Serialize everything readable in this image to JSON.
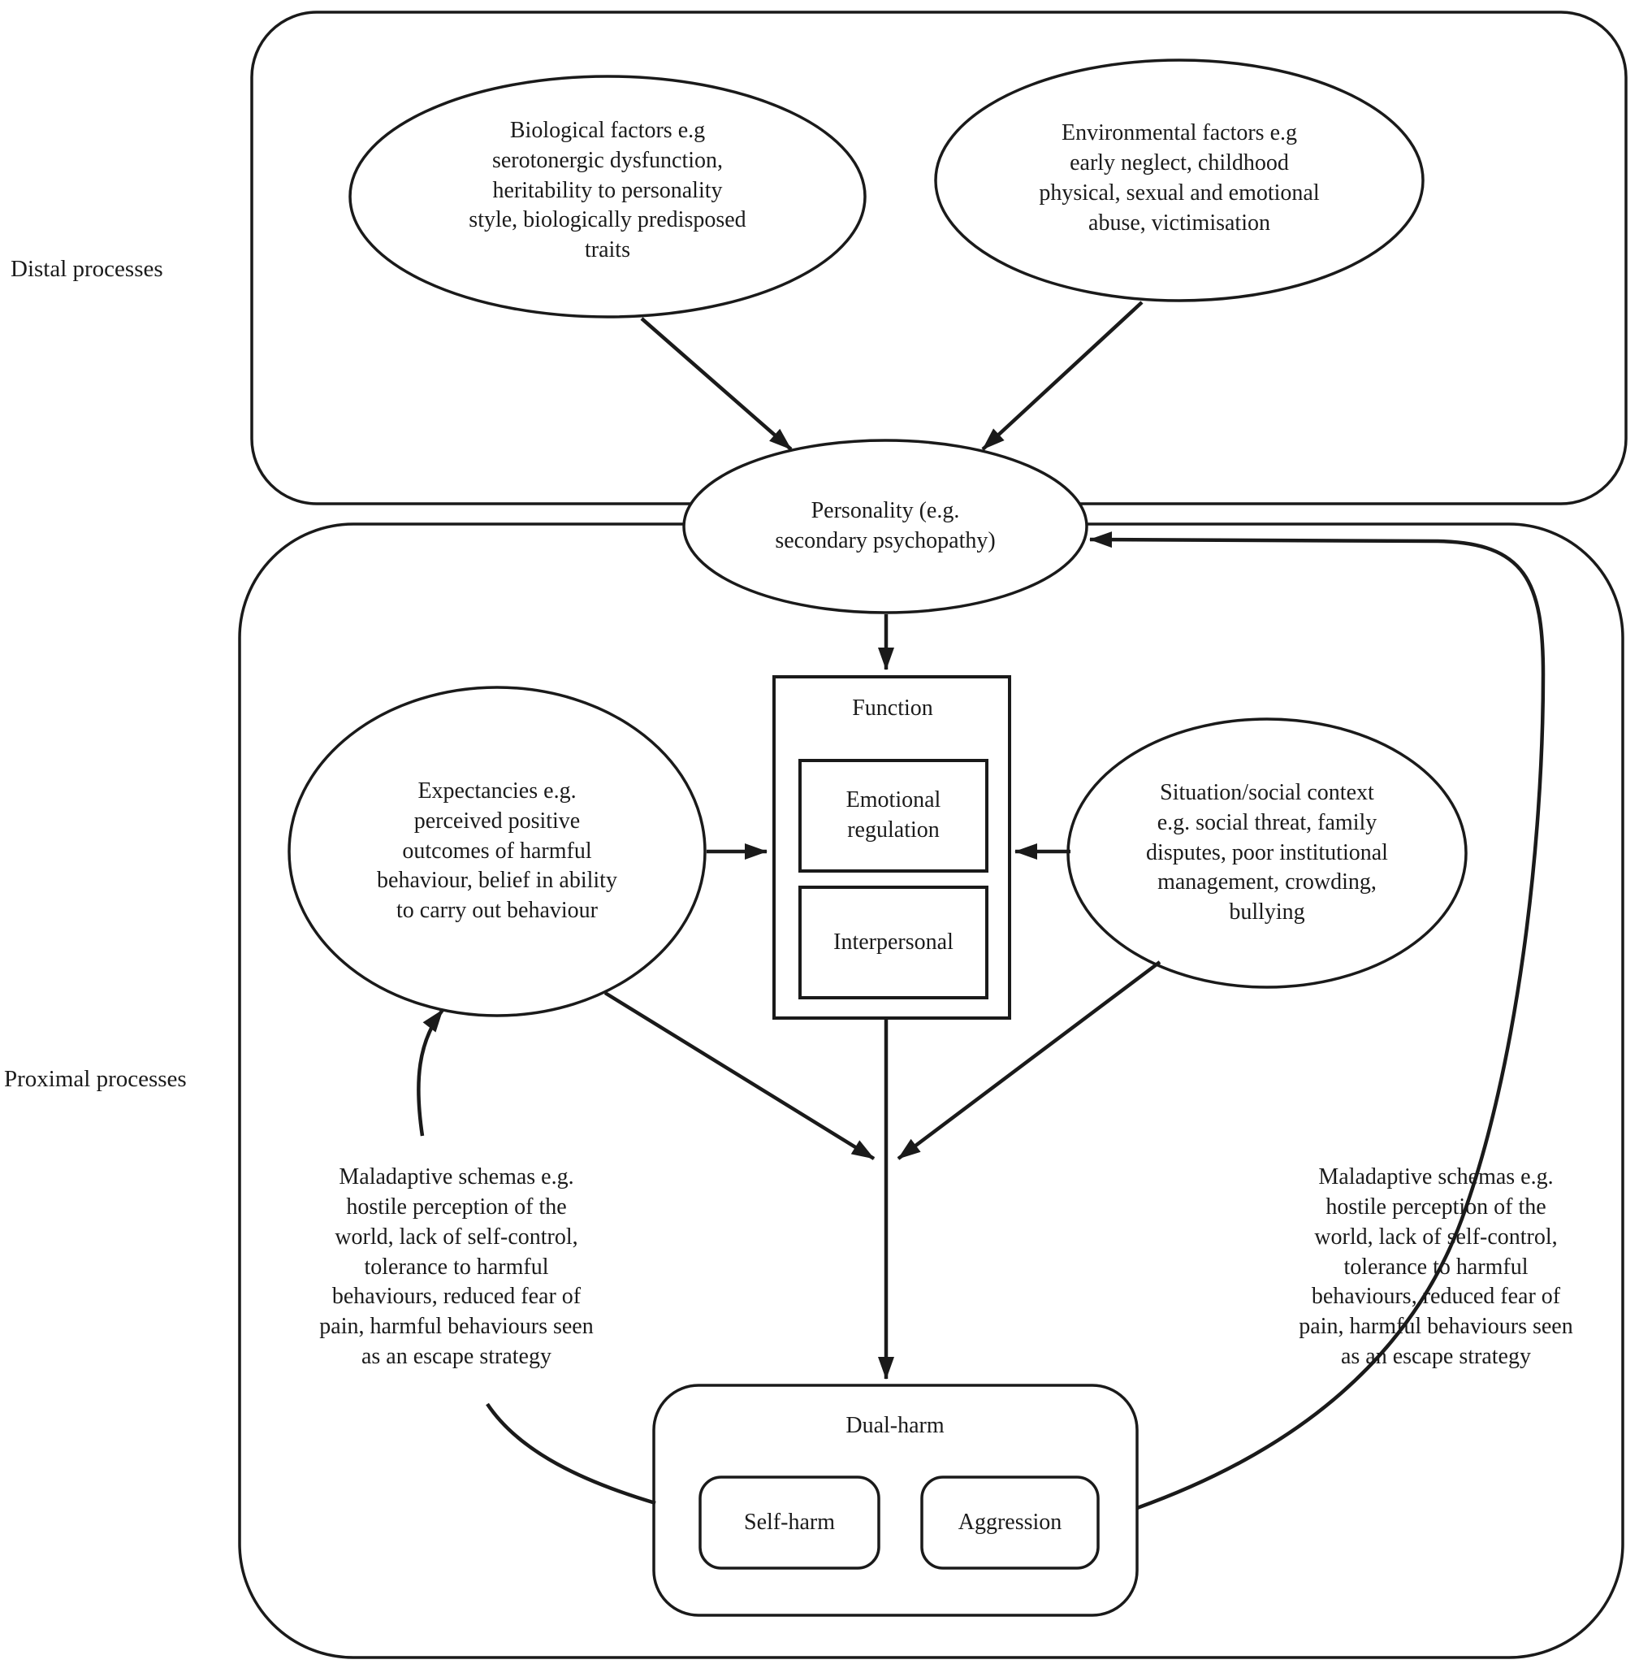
{
  "regions": {
    "distal_label": "Distal processes",
    "proximal_label": "Proximal processes"
  },
  "nodes": {
    "biological": "Biological factors e.g\nserotonergic dysfunction,\nheritability to personality\nstyle, biologically predisposed\ntraits",
    "environmental": "Environmental factors e.g\nearly neglect, childhood\nphysical, sexual and emotional\nabuse, victimisation",
    "personality": "Personality (e.g.\nsecondary psychopathy)",
    "function_title": "Function",
    "emotional_regulation": "Emotional\nregulation",
    "interpersonal": "Interpersonal",
    "expectancies": "Expectancies e.g.\nperceived positive\noutcomes of harmful\nbehaviour, belief in ability\nto carry out behaviour",
    "situation": "Situation/social context\ne.g. social threat, family\ndisputes, poor institutional\nmanagement, crowding,\nbullying",
    "maladaptive_left": "Maladaptive schemas e.g.\nhostile perception of the\nworld, lack of self-control,\ntolerance to harmful\nbehaviours, reduced fear of\npain, harmful behaviours seen\nas an escape strategy",
    "maladaptive_right": "Maladaptive schemas e.g.\nhostile perception of the\nworld, lack of self-control,\ntolerance to harmful\nbehaviours, reduced fear of\npain, harmful behaviours seen\nas an escape strategy",
    "dual_harm": "Dual-harm",
    "self_harm": "Self-harm",
    "aggression": "Aggression"
  },
  "edges": [
    {
      "from": "biological-factors",
      "to": "personality"
    },
    {
      "from": "environmental-factors",
      "to": "personality"
    },
    {
      "from": "personality",
      "to": "function"
    },
    {
      "from": "expectancies",
      "to": "function"
    },
    {
      "from": "situation-social-context",
      "to": "function"
    },
    {
      "from": "function",
      "to": "dual-harm"
    },
    {
      "from": "expectancies",
      "to": "dual-harm"
    },
    {
      "from": "situation-social-context",
      "to": "dual-harm"
    },
    {
      "from": "dual-harm",
      "to": "expectancies",
      "style": "curved"
    },
    {
      "from": "dual-harm",
      "to": "personality",
      "style": "curved"
    }
  ],
  "colors": {
    "stroke": "#1a1a1a",
    "text": "#1b1b1b",
    "background": "#ffffff"
  }
}
